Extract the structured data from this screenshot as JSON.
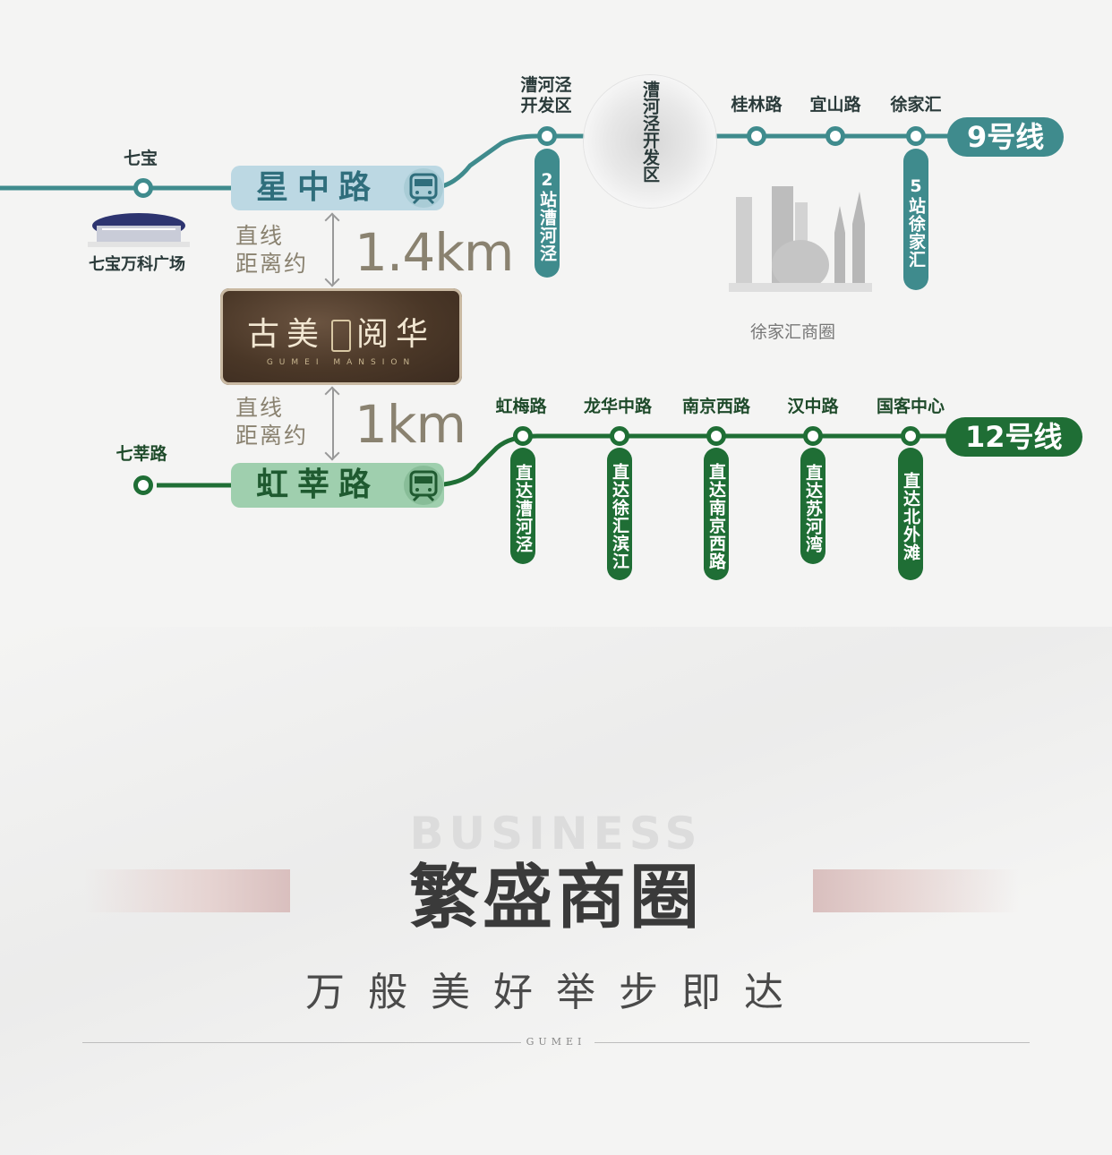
{
  "line9": {
    "badge": "9号线",
    "color": "#3f8b8d",
    "stations": [
      {
        "name": "七宝"
      },
      {
        "name": "漕河泾\n开发区"
      },
      {
        "name": "桂林路"
      },
      {
        "name": "宜山路"
      },
      {
        "name": "徐家汇"
      }
    ],
    "hub_name": "星中路",
    "notes": [
      "2站漕河泾",
      "漕河泾开发区",
      "5站徐家汇"
    ]
  },
  "line12": {
    "badge": "12号线",
    "color": "#1f6e35",
    "stations": [
      {
        "name": "七莘路"
      },
      {
        "name": "虹梅路",
        "note": "直达漕河泾"
      },
      {
        "name": "龙华中路",
        "note": "直达徐汇滨江"
      },
      {
        "name": "南京西路",
        "note": "直达南京西路"
      },
      {
        "name": "汉中路",
        "note": "直达苏河湾"
      },
      {
        "name": "国客中心",
        "note": "直达北外滩"
      }
    ],
    "hub_name": "虹莘路"
  },
  "landmarks": {
    "qibao": "七宝万科广场",
    "xujiahui": "徐家汇商圈"
  },
  "distances": {
    "label_line1": "直线",
    "label_line2": "距离约",
    "to_line9": "1.4km",
    "to_line12": "1km"
  },
  "project": {
    "name_left": "古美",
    "name_right": "阅华",
    "en": "GUMEI MANSION"
  },
  "section": {
    "en": "BUSINESS",
    "title": "繁盛商圈",
    "subtitle": "万般美好举步即达",
    "footer": "GUMEI"
  }
}
